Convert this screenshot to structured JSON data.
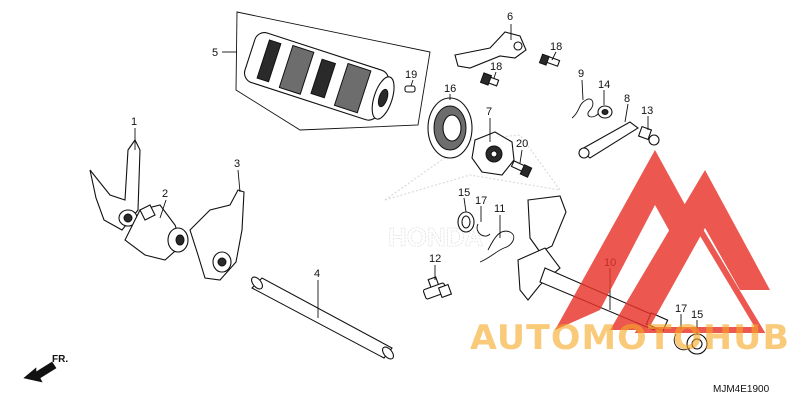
{
  "diagram": {
    "callouts": [
      {
        "id": "c1",
        "label": "1"
      },
      {
        "id": "c2",
        "label": "2"
      },
      {
        "id": "c3",
        "label": "3"
      },
      {
        "id": "c4",
        "label": "4"
      },
      {
        "id": "c5",
        "label": "5"
      },
      {
        "id": "c6",
        "label": "6"
      },
      {
        "id": "c7",
        "label": "7"
      },
      {
        "id": "c8",
        "label": "8"
      },
      {
        "id": "c9",
        "label": "9"
      },
      {
        "id": "c10",
        "label": "10"
      },
      {
        "id": "c11",
        "label": "11"
      },
      {
        "id": "c12",
        "label": "12"
      },
      {
        "id": "c13",
        "label": "13"
      },
      {
        "id": "c14",
        "label": "14"
      },
      {
        "id": "c15a",
        "label": "15"
      },
      {
        "id": "c15b",
        "label": "15"
      },
      {
        "id": "c16",
        "label": "16"
      },
      {
        "id": "c17a",
        "label": "17"
      },
      {
        "id": "c17b",
        "label": "17"
      },
      {
        "id": "c18a",
        "label": "18"
      },
      {
        "id": "c18b",
        "label": "18"
      },
      {
        "id": "c19",
        "label": "19"
      },
      {
        "id": "c20",
        "label": "20"
      }
    ],
    "direction_label": "FR.",
    "diagram_code": "MJM4E1900",
    "watermark_text": "AUTOMOTOHUB",
    "background_logo_text": "HONDA"
  },
  "colors": {
    "watermark_red": "#e8332a",
    "watermark_orange": "#f6a623",
    "line": "#111111",
    "shade": "#6d6d6d"
  }
}
